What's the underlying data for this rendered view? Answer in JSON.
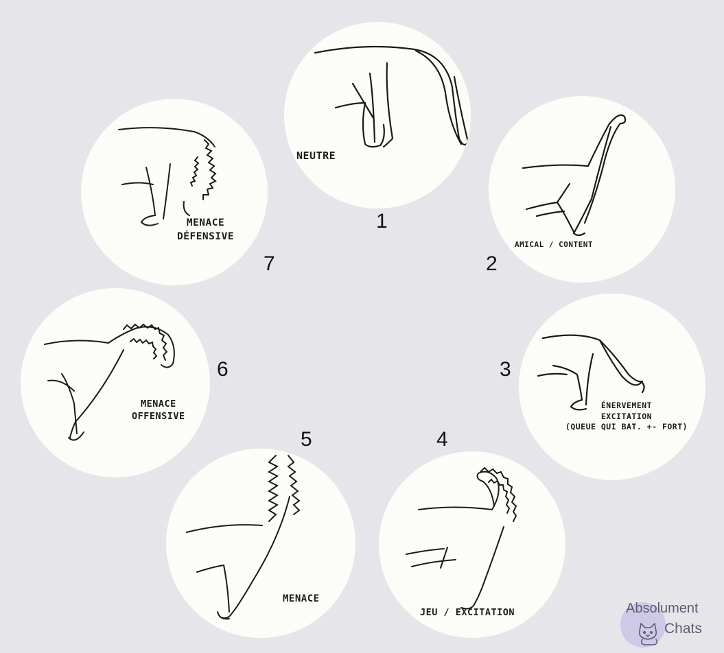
{
  "colors": {
    "background": "#e6e5e9",
    "circle_fill": "#fcfcf8",
    "ink": "#1b1b1b",
    "logo_badge": "#cdc9e6",
    "logo_text": "#5d5c75"
  },
  "positions": [
    {
      "number": "1",
      "label_lines": [
        "NEUTRE"
      ]
    },
    {
      "number": "2",
      "label_lines": [
        "AMICAL / CONTENT"
      ]
    },
    {
      "number": "3",
      "label_lines": [
        "ÉNERVEMENT",
        "EXCITATION",
        "(QUEUE QUI BAT. +- FORT)"
      ]
    },
    {
      "number": "4",
      "label_lines": [
        "JEU / EXCITATION"
      ]
    },
    {
      "number": "5",
      "label_lines": [
        "MENACE"
      ]
    },
    {
      "number": "6",
      "label_lines": [
        "MENACE",
        "OFFENSIVE"
      ]
    },
    {
      "number": "7",
      "label_lines": [
        "MENACE",
        "DÉFENSIVE"
      ]
    }
  ],
  "logo": {
    "line1": "Absolument",
    "line2": "Chats",
    "icon": "cat-icon"
  }
}
